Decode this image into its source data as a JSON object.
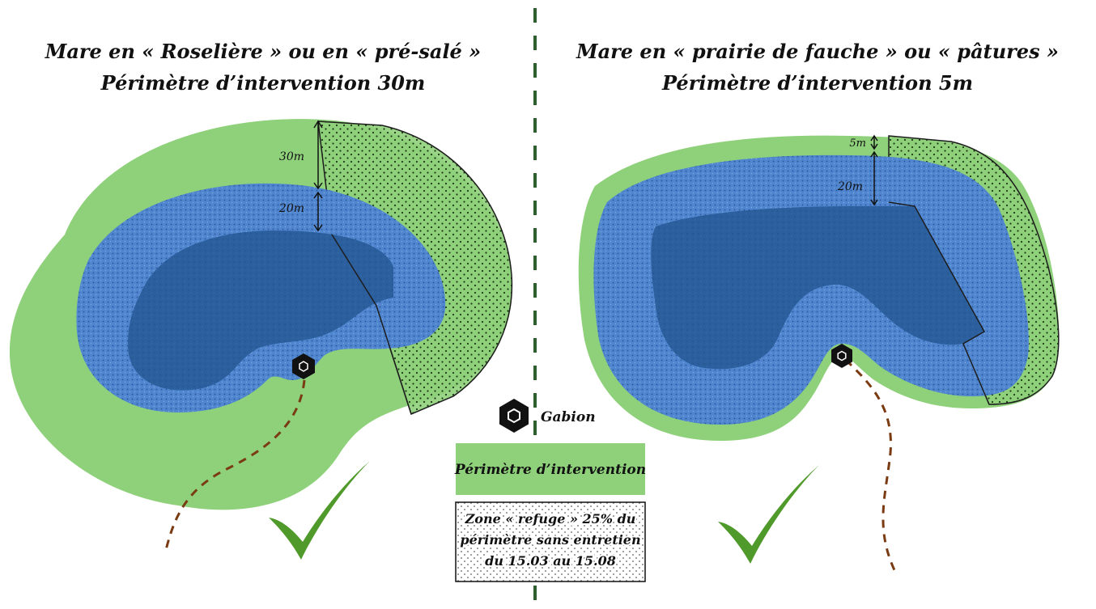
{
  "left": {
    "title_line1": "Mare en « Roselière » ou en « pré-salé »",
    "title_line2": "Périmètre d’intervention 30m",
    "dim_outer": "30m",
    "dim_inner": "20m"
  },
  "right": {
    "title_line1": "Mare en « prairie de fauche » ou « pâtures »",
    "title_line2": "Périmètre d’intervention 5m",
    "dim_outer": "5m",
    "dim_inner": "20m"
  },
  "legend": {
    "gabion": "Gabion",
    "perimeter": "Périmètre d’intervention",
    "refuge_line1": "Zone « refuge » 25% du",
    "refuge_line2": "périmètre sans entretien",
    "refuge_line3": "du 15.03 au 15.08"
  },
  "colors": {
    "perimeter_green": "#8fd17b",
    "shallow_water": "#4f86cf",
    "deep_water": "#2b5f9e",
    "path_brown": "#7a3b12",
    "divider": "#2f5f2f",
    "check_green": "#4f9a2a"
  },
  "icons": [
    "hexagon-gabion-icon",
    "checkmark-icon"
  ]
}
